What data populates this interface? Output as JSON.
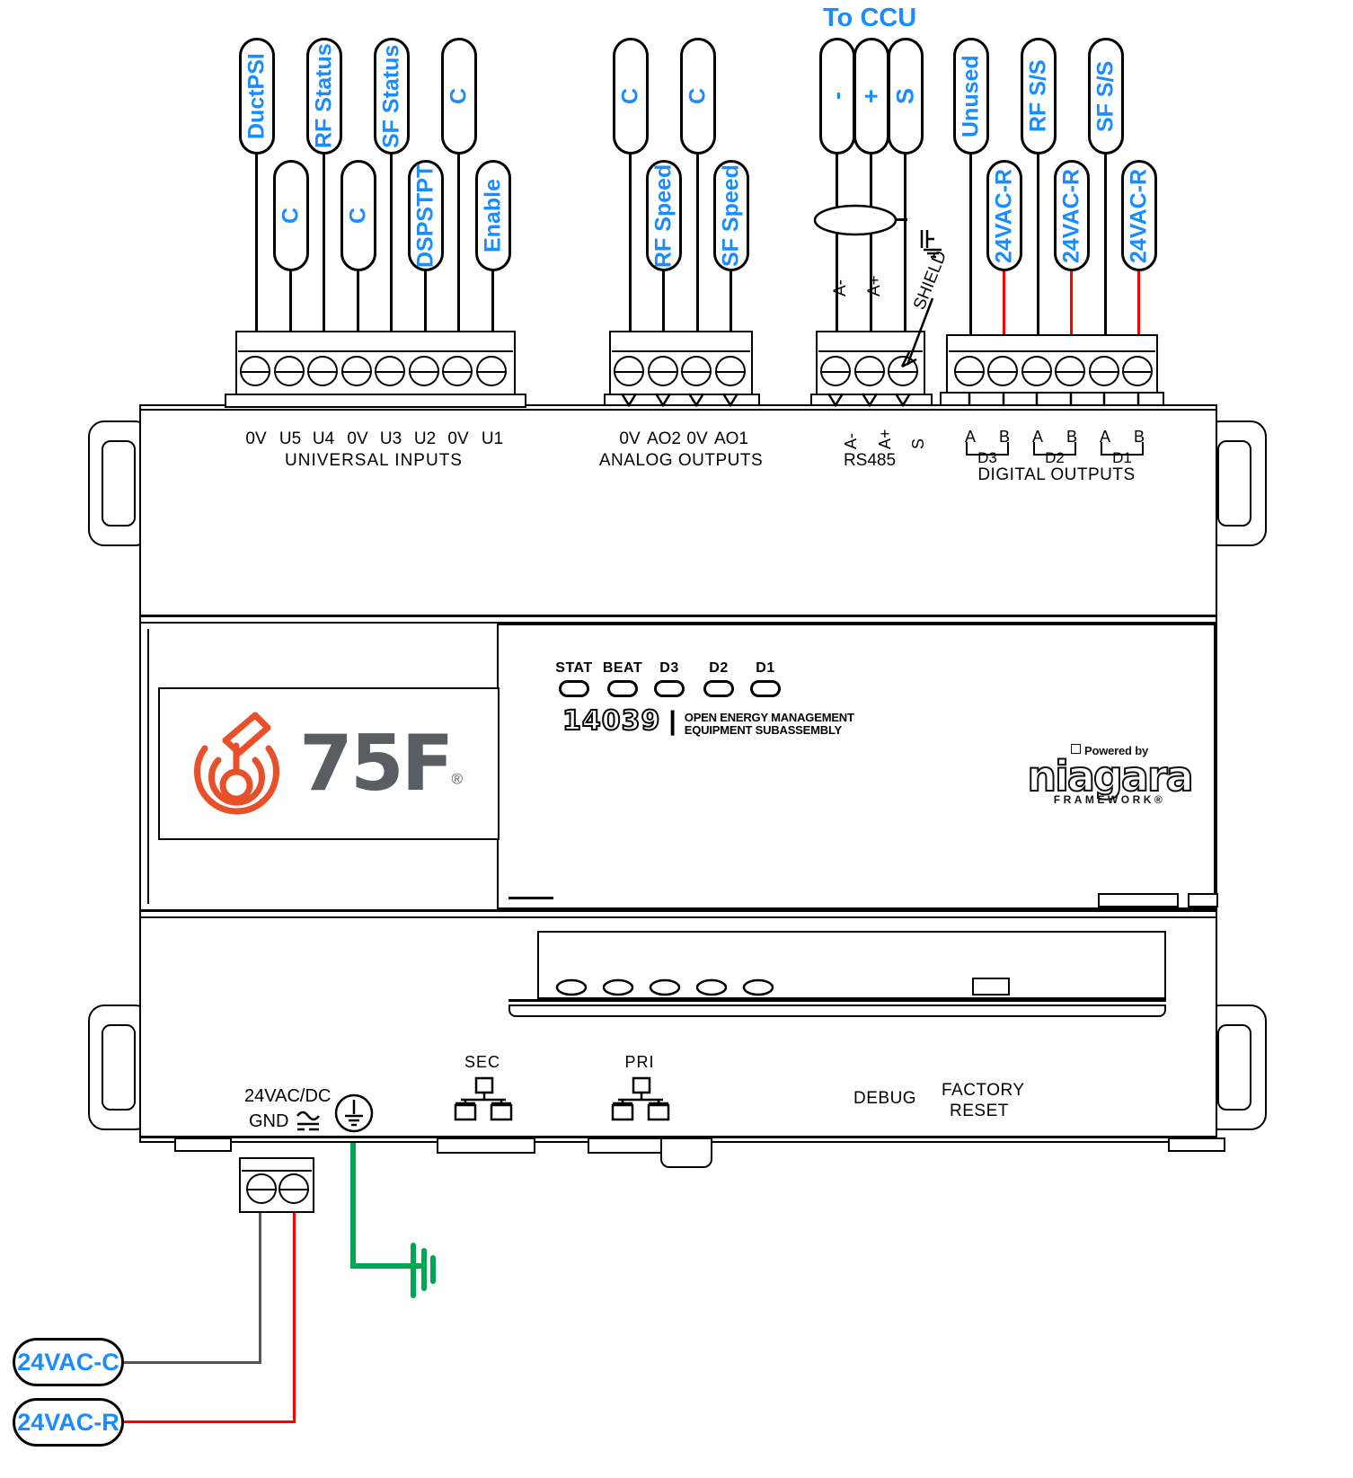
{
  "title_note": "To CCU",
  "universal_inputs": {
    "section_label": "UNIVERSAL  INPUTS",
    "terminals": [
      "0V",
      "U5",
      "U4",
      "0V",
      "U3",
      "U2",
      "0V",
      "U1"
    ],
    "wire_tags_top": [
      "DuctPSI",
      "RF Status",
      "SF Status",
      "C"
    ],
    "wire_tags_bottom": [
      "C",
      "C",
      "DSPSTPT",
      "Enable"
    ],
    "tags_in_terminal_order": [
      "DuctPSI",
      "C",
      "RF Status",
      "C",
      "SF Status",
      "DSPSTPT",
      "C",
      "Enable"
    ]
  },
  "analog_outputs": {
    "section_label": "ANALOG OUTPUTS",
    "terminals": [
      "0V",
      "AO2",
      "0V",
      "AO1"
    ],
    "tags_in_terminal_order": [
      "C",
      "RF Speed",
      "C",
      "SF Speed"
    ]
  },
  "rs485": {
    "section_label": "RS485",
    "terminals": [
      "A-",
      "A+",
      "S"
    ],
    "wire_names": [
      "A-",
      "A+",
      "SHIELD"
    ],
    "tags_in_terminal_order": [
      "-",
      "+",
      "S"
    ],
    "destination": "To CCU"
  },
  "digital_outputs": {
    "section_label": "DIGITAL OUTPUTS",
    "terminals": [
      "A",
      "B",
      "A",
      "B",
      "A",
      "B"
    ],
    "groups": [
      "D3",
      "D2",
      "D1"
    ],
    "tags_in_terminal_order": [
      "Unused",
      "24VAC-R",
      "RF S/S",
      "24VAC-R",
      "SF S/S",
      "24VAC-R"
    ]
  },
  "leds": {
    "labels": [
      "STAT",
      "BEAT",
      "D3",
      "D2",
      "D1"
    ]
  },
  "device": {
    "model_number": "14039",
    "separator": "|",
    "description_line1": "OPEN ENERGY MANAGEMENT",
    "description_line2": "EQUIPMENT SUBASSEMBLY",
    "brand_name": "75F",
    "brand_reg": "®",
    "partner_powered_by": "Powered by",
    "partner_name": "niagara",
    "partner_framework": "FRAMEWORK®"
  },
  "bottom_panel": {
    "power_label_line1": "24VAC/DC",
    "power_label_line2": "GND",
    "earth_ground": "earth-ground-symbol",
    "port_sec": "SEC",
    "port_pri": "PRI",
    "debug": "DEBUG",
    "factory_reset_line1": "FACTORY",
    "factory_reset_line2": "RESET"
  },
  "power_tags": [
    {
      "label": "24VAC-C",
      "wire_color": "#555555"
    },
    {
      "label": "24VAC-R",
      "wire_color": "#ff0000"
    }
  ],
  "colors": {
    "tag_text": "#1a8cff",
    "wire_black": "#000000",
    "wire_red": "#ff0000",
    "wire_green": "#00a651",
    "wire_gray": "#555555",
    "brand_orange": "#e8502a",
    "brand_gray": "#5a5e63"
  }
}
